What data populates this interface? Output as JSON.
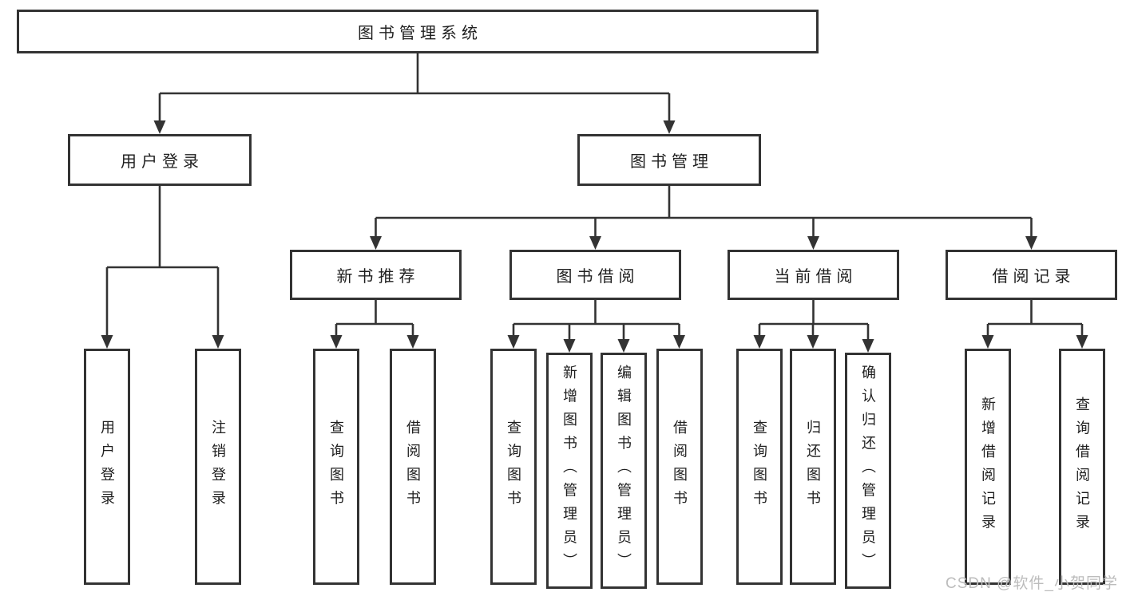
{
  "diagram": {
    "type": "hierarchy-tree",
    "title": "图书管理系统",
    "nodes": {
      "root": {
        "label": "图书管理系统"
      },
      "user_login": {
        "label": "用户登录"
      },
      "book_mgmt": {
        "label": "图书管理"
      },
      "leaf_user_login": {
        "label": "用户登录"
      },
      "leaf_logout": {
        "label": "注销登录"
      },
      "new_book_rec": {
        "label": "新书推荐"
      },
      "book_borrow": {
        "label": "图书借阅"
      },
      "current_borrow": {
        "label": "当前借阅"
      },
      "borrow_record": {
        "label": "借阅记录"
      },
      "nb_query_book": {
        "label": "查询图书"
      },
      "nb_borrow_book": {
        "label": "借阅图书"
      },
      "bb_query_book": {
        "label": "查询图书"
      },
      "bb_add_book": {
        "label": "新增图书（管理员）"
      },
      "bb_edit_book": {
        "label": "编辑图书（管理员）"
      },
      "bb_borrow_book": {
        "label": "借阅图书"
      },
      "cb_query_book": {
        "label": "查询图书"
      },
      "cb_return_book": {
        "label": "归还图书"
      },
      "cb_confirm_return": {
        "label": "确认归还（管理员）"
      },
      "br_add_record": {
        "label": "新增借阅记录"
      },
      "br_query_record": {
        "label": "查询借阅记录"
      }
    },
    "hierarchy": {
      "root": [
        "user_login",
        "book_mgmt"
      ],
      "user_login": [
        "leaf_user_login",
        "leaf_logout"
      ],
      "book_mgmt": [
        "new_book_rec",
        "book_borrow",
        "current_borrow",
        "borrow_record"
      ],
      "new_book_rec": [
        "nb_query_book",
        "nb_borrow_book"
      ],
      "book_borrow": [
        "bb_query_book",
        "bb_add_book",
        "bb_edit_book",
        "bb_borrow_book"
      ],
      "current_borrow": [
        "cb_query_book",
        "cb_return_book",
        "cb_confirm_return"
      ],
      "borrow_record": [
        "br_add_record",
        "br_query_record"
      ]
    },
    "colors": {
      "line": "#333333",
      "box_border": "#333333",
      "text": "#1f1f1f",
      "watermark": "#bcbcbc",
      "background": "#ffffff"
    }
  },
  "watermark": "CSDN @软件_小贺同学"
}
